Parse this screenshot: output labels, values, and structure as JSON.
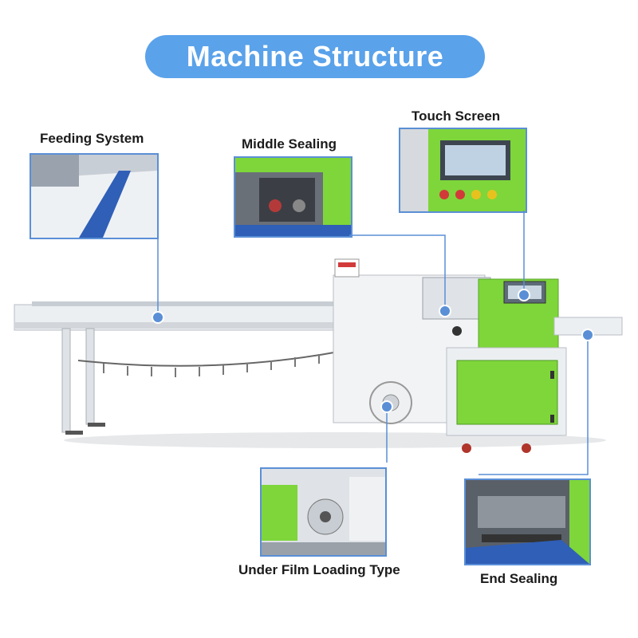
{
  "title": "Machine Structure",
  "labels": {
    "feeding_system": "Feeding System",
    "middle_sealing": "Middle Sealing",
    "touch_screen": "Touch Screen",
    "under_film": "Under Film Loading Type",
    "end_sealing": "End Sealing"
  },
  "colors": {
    "accent": "#5aa2ea",
    "connector": "#5a8fd6",
    "machine_green": "#7ed63a",
    "machine_white": "#eceff2",
    "conveyor_blue": "#2f5fb7"
  }
}
